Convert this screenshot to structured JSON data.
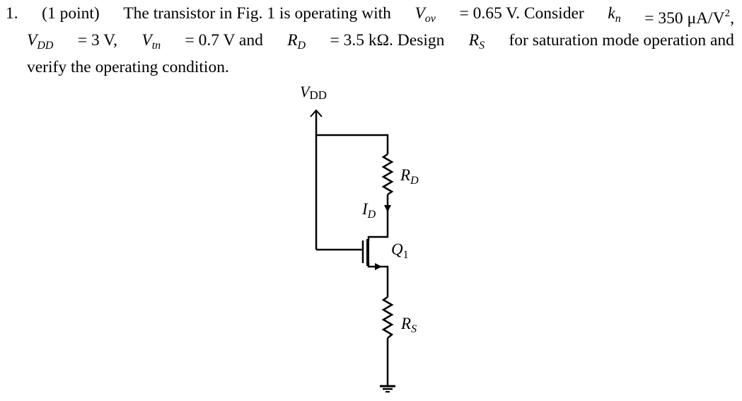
{
  "problem": {
    "number": "1.",
    "points": "(1 point)",
    "line1_text": "The transistor in Fig. 1 is operating with",
    "vov_symbol": "V",
    "vov_sub": "ov",
    "vov_value": "= 0.65 V. Consider",
    "kn_symbol": "k",
    "kn_sub": "n",
    "kn_value": "= 350 μA/V",
    "kn_exp": "2",
    "vdd_symbol": "V",
    "vdd_sub": "DD",
    "vdd_value": "= 3 V,",
    "vtn_symbol": "V",
    "vtn_sub": "tn",
    "vtn_value": "= 0.7 V and",
    "rd_symbol": "R",
    "rd_sub": "D",
    "rd_value": "= 3.5 kΩ. Design",
    "rs_symbol": "R",
    "rs_sub": "S",
    "line2_end": "for saturation mode operation and",
    "line3": "verify the operating condition."
  },
  "circuit": {
    "vdd_label_main": "V",
    "vdd_label_sub": "DD",
    "rd_label_main": "R",
    "rd_label_sub": "D",
    "id_label_main": "I",
    "id_label_sub": "D",
    "q_label_main": "Q",
    "q_label_sub": "1",
    "rs_label_main": "R",
    "rs_label_sub": "S"
  }
}
